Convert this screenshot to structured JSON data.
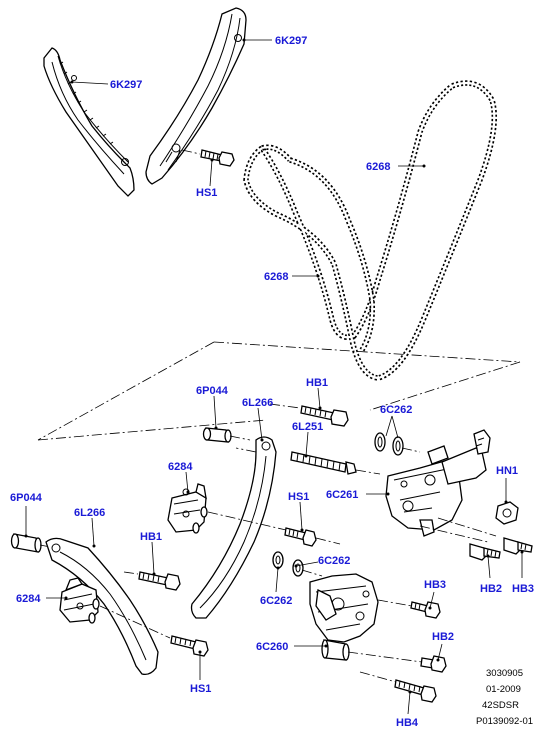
{
  "labels": {
    "guide_upper_right": "6K297",
    "guide_upper_left": "6K297",
    "bolt_hs1_top": "HS1",
    "chain_outer": "6268",
    "chain_inner": "6268",
    "pin_6p044_upper": "6P044",
    "hb1_upper": "HB1",
    "washer_6c262_upper": "6C262",
    "guide_6l266_upper": "6L266",
    "stud_6l251": "6L251",
    "tensioner_6284_upper": "6284",
    "hs1_mid": "HS1",
    "pump_6c261": "6C261",
    "nut_hn1": "HN1",
    "pin_6p044_lower": "6P044",
    "guide_6l266_lower": "6L266",
    "hb1_lower": "HB1",
    "tensioner_6284_lower": "6284",
    "washer_6c262_lower_a": "6C262",
    "washer_6c262_lower_b": "6C262",
    "hb2_right": "HB2",
    "hb3_right": "HB3",
    "hb3_mid": "HB3",
    "hb2_mid": "HB2",
    "pump_6c260": "6C260",
    "hs1_bottom": "HS1",
    "hb4_bottom": "HB4"
  },
  "reference": {
    "line1": "3030905",
    "line2": "01-2009",
    "line3": "42SDSR",
    "line4": "P0139092-01"
  },
  "colors": {
    "callout": "#1a1ad6",
    "line": "#000000",
    "background": "#ffffff"
  }
}
